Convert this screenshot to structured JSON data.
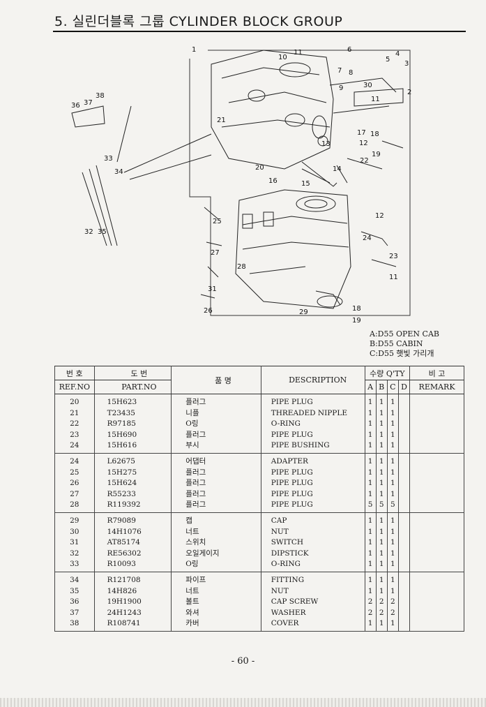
{
  "header": {
    "title": "5. 실린더블록 그룹  CYLINDER BLOCK GROUP"
  },
  "diagram": {
    "callouts": [
      "1",
      "2",
      "3",
      "4",
      "5",
      "6",
      "7",
      "8",
      "9",
      "10",
      "11",
      "11",
      "11",
      "12",
      "12",
      "13",
      "14",
      "15",
      "16",
      "17",
      "18",
      "18",
      "19",
      "19",
      "20",
      "21",
      "22",
      "23",
      "24",
      "25",
      "26",
      "27",
      "28",
      "29",
      "30",
      "31",
      "32",
      "33",
      "34",
      "35",
      "36",
      "37",
      "38"
    ]
  },
  "variants": [
    "A:D55 OPEN CAB",
    "B:D55 CABIN",
    "C:D55 햇빛 가리개"
  ],
  "table": {
    "headers": {
      "ref_kr": "번 호",
      "ref_en": "REF.NO",
      "part_kr": "도 번",
      "part_en": "PART.NO",
      "name_kr": "품 명",
      "desc": "DESCRIPTION",
      "qty": "수량 Q'TY",
      "qty_a": "A",
      "qty_b": "B",
      "qty_c": "C",
      "qty_d": "D",
      "remark_kr": "비 고",
      "remark_en": "REMARK"
    },
    "groups": [
      [
        {
          "ref": "20",
          "part": "15H623",
          "kname": "플러그",
          "desc": "PIPE PLUG",
          "a": "1",
          "b": "1",
          "c": "1",
          "d": ""
        },
        {
          "ref": "21",
          "part": "T23435",
          "kname": "니플",
          "desc": "THREADED NIPPLE",
          "a": "1",
          "b": "1",
          "c": "1",
          "d": ""
        },
        {
          "ref": "22",
          "part": "R97185",
          "kname": "O링",
          "desc": "O-RING",
          "a": "1",
          "b": "1",
          "c": "1",
          "d": ""
        },
        {
          "ref": "23",
          "part": "15H690",
          "kname": "플러그",
          "desc": "PIPE PLUG",
          "a": "1",
          "b": "1",
          "c": "1",
          "d": ""
        },
        {
          "ref": "24",
          "part": "15H616",
          "kname": "부시",
          "desc": "PIPE BUSHING",
          "a": "1",
          "b": "1",
          "c": "1",
          "d": ""
        }
      ],
      [
        {
          "ref": "24",
          "part": "L62675",
          "kname": "어댑터",
          "desc": "ADAPTER",
          "a": "1",
          "b": "1",
          "c": "1",
          "d": ""
        },
        {
          "ref": "25",
          "part": "15H275",
          "kname": "플러그",
          "desc": "PIPE PLUG",
          "a": "1",
          "b": "1",
          "c": "1",
          "d": ""
        },
        {
          "ref": "26",
          "part": "15H624",
          "kname": "플러그",
          "desc": "PIPE PLUG",
          "a": "1",
          "b": "1",
          "c": "1",
          "d": ""
        },
        {
          "ref": "27",
          "part": "R55233",
          "kname": "플러그",
          "desc": "PIPE PLUG",
          "a": "1",
          "b": "1",
          "c": "1",
          "d": ""
        },
        {
          "ref": "28",
          "part": "R119392",
          "kname": "플러그",
          "desc": "PIPE PLUG",
          "a": "5",
          "b": "5",
          "c": "5",
          "d": ""
        }
      ],
      [
        {
          "ref": "29",
          "part": "R79089",
          "kname": "캡",
          "desc": "CAP",
          "a": "1",
          "b": "1",
          "c": "1",
          "d": ""
        },
        {
          "ref": "30",
          "part": "14H1076",
          "kname": "너트",
          "desc": "NUT",
          "a": "1",
          "b": "1",
          "c": "1",
          "d": ""
        },
        {
          "ref": "31",
          "part": "AT85174",
          "kname": "스위치",
          "desc": "SWITCH",
          "a": "1",
          "b": "1",
          "c": "1",
          "d": ""
        },
        {
          "ref": "32",
          "part": "RE56302",
          "kname": "오일게이지",
          "desc": "DIPSTICK",
          "a": "1",
          "b": "1",
          "c": "1",
          "d": ""
        },
        {
          "ref": "33",
          "part": "R10093",
          "kname": "O링",
          "desc": "O-RING",
          "a": "1",
          "b": "1",
          "c": "1",
          "d": ""
        }
      ],
      [
        {
          "ref": "34",
          "part": "R121708",
          "kname": "파이프",
          "desc": "FITTING",
          "a": "1",
          "b": "1",
          "c": "1",
          "d": ""
        },
        {
          "ref": "35",
          "part": "14H826",
          "kname": "너트",
          "desc": "NUT",
          "a": "1",
          "b": "1",
          "c": "1",
          "d": ""
        },
        {
          "ref": "36",
          "part": "19H1900",
          "kname": "볼트",
          "desc": "CAP SCREW",
          "a": "2",
          "b": "2",
          "c": "2",
          "d": ""
        },
        {
          "ref": "37",
          "part": "24H1243",
          "kname": "와셔",
          "desc": "WASHER",
          "a": "2",
          "b": "2",
          "c": "2",
          "d": ""
        },
        {
          "ref": "38",
          "part": "R108741",
          "kname": "카버",
          "desc": "COVER",
          "a": "1",
          "b": "1",
          "c": "1",
          "d": ""
        }
      ]
    ]
  },
  "footer": {
    "page": "- 60 -"
  }
}
